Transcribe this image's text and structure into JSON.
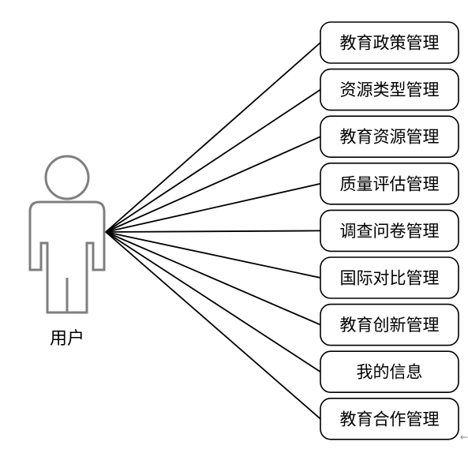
{
  "actor": {
    "label": "用户"
  },
  "use_cases": [
    {
      "label": "教育政策管理"
    },
    {
      "label": "资源类型管理"
    },
    {
      "label": "教育资源管理"
    },
    {
      "label": "质量评估管理"
    },
    {
      "label": "调查问卷管理"
    },
    {
      "label": "国际对比管理"
    },
    {
      "label": "教育创新管理"
    },
    {
      "label": "我的信息"
    },
    {
      "label": "教育合作管理"
    }
  ],
  "colors": {
    "actor_outline": "#7f7f7f",
    "line": "#000000",
    "box_border": "#000000"
  }
}
